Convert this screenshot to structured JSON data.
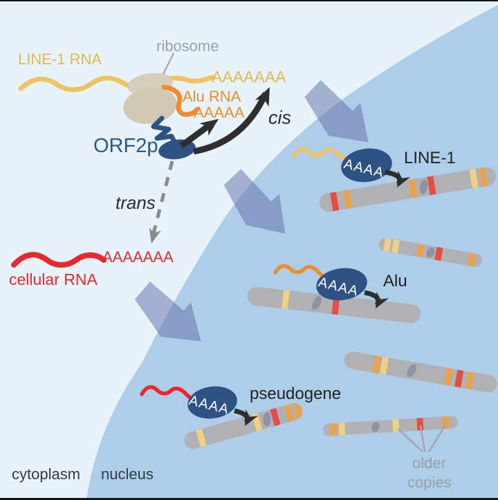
{
  "figure": {
    "regions": {
      "cytoplasm_label": "cytoplasm",
      "nucleus_label": "nucleus"
    },
    "ribosome_label": "ribosome",
    "line1_rna": {
      "label": "LINE-1 RNA",
      "polya": "AAAAAAA"
    },
    "alu_rna": {
      "label": "Alu RNA",
      "polya": "AAAAA"
    },
    "orf2p_label": "ORF2p",
    "pathways": {
      "cis_label": "cis",
      "trans_label": "trans"
    },
    "cellular_rna": {
      "label": "cellular RNA",
      "polya": "AAAAAAA"
    },
    "insertions": {
      "line1": {
        "label": "LINE-1",
        "polya": "AAAA"
      },
      "alu": {
        "label": "Alu",
        "polya": "AAAA"
      },
      "pseudogene": {
        "label": "pseudogene",
        "polya": "AAAA"
      }
    },
    "older_copies": {
      "line1": "older",
      "line2": "copies"
    }
  },
  "colors": {
    "background_cytoplasm": "#e7f2fa",
    "nucleus_fill": "#aecde9",
    "import_arrow": "#6e7fae",
    "line1_rna_yellow": "#f0c260",
    "alu_orange": "#ee8d2e",
    "cellular_red": "#e9272e",
    "orf2p_blue": "#2f5285",
    "ribosome_tan": "#d5ccb7",
    "chromosome_body": "#b1b1b3",
    "centromere": "#8d93a0",
    "band_red": "#e25045",
    "band_orange": "#e9a24d",
    "band_yellow": "#efd084",
    "gray_label": "#9aa1a8",
    "black_arrow": "#2e2e2e",
    "trans_gray": "#8a8a8a"
  }
}
